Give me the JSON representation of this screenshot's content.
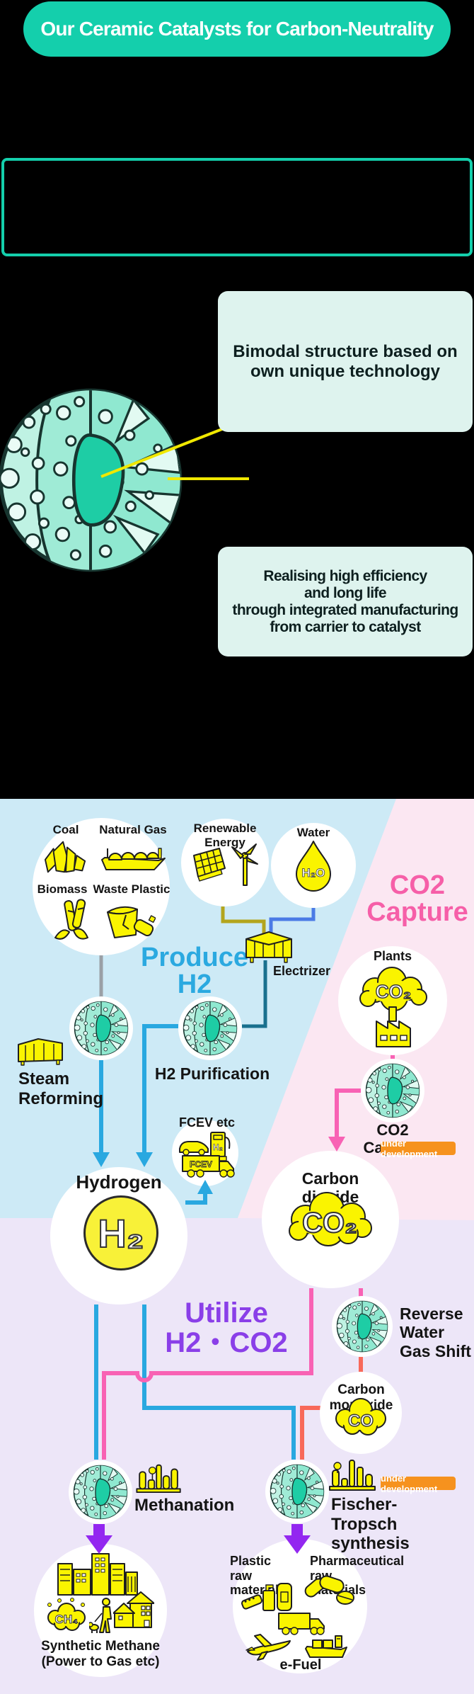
{
  "banner": {
    "title": "Our Ceramic Catalysts for Carbon-Neutrality"
  },
  "callouts": {
    "bimodal": "Bimodal structure based on\nown unique technology",
    "realising": "Realising high efficiency\nand long life\nthrough integrated manufacturing\nfrom carrier to catalyst"
  },
  "flow": {
    "titles": {
      "produce_h2": "Produce\nH2",
      "co2_capture": "CO2\nCapture",
      "utilize": "Utilize\nH2・CO2"
    },
    "labels": {
      "coal": "Coal",
      "natural_gas": "Natural Gas",
      "biomass": "Biomass",
      "waste_plastic": "Waste Plastic",
      "renewable_energy": "Renewable Energy",
      "water": "Water",
      "electrizer": "Electrizer",
      "steam_reforming": "Steam\nReforming",
      "h2_purification": "H2 Purification",
      "fcev": "FCEV etc",
      "hydrogen": "Hydrogen",
      "plants": "Plants",
      "co2_capture": "CO2 Capture",
      "carbon_dioxide": "Carbon dioxide",
      "reverse_wgs": "Reverse\nWater\nGas Shift",
      "carbon_monoxide": "Carbon monoxide",
      "methanation": "Methanation",
      "fischer_tropsch": "Fischer-Tropsch\nsynthesis",
      "synthetic_methane": "Synthetic Methane\n(Power to Gas etc)",
      "plastic_raw": "Plastic raw\nmaterials",
      "pharma_raw": "Pharmaceutical raw\nmaterials",
      "efuel": "e-Fuel"
    },
    "badge": "under development",
    "molecules": {
      "h2o": "H₂O",
      "h2": "H₂",
      "co2": "CO₂",
      "co": "CO",
      "ch4": "CH₄",
      "fcev_truck": "FCEV",
      "pump_h2": "H₂"
    },
    "colors": {
      "teal_accent": "#14CFAC",
      "icon_yellow": "#FAF400",
      "produce_blue": "#2BA9E0",
      "capture_pink": "#F65FA8",
      "utilize_purple": "#8A3FE8",
      "badge_orange": "#F6921E",
      "bg_blue": "#CDEAF6",
      "bg_pink": "#FBE7F2",
      "bg_lavender": "#EDE6F8",
      "callout_mint": "#DEF3EE"
    }
  }
}
